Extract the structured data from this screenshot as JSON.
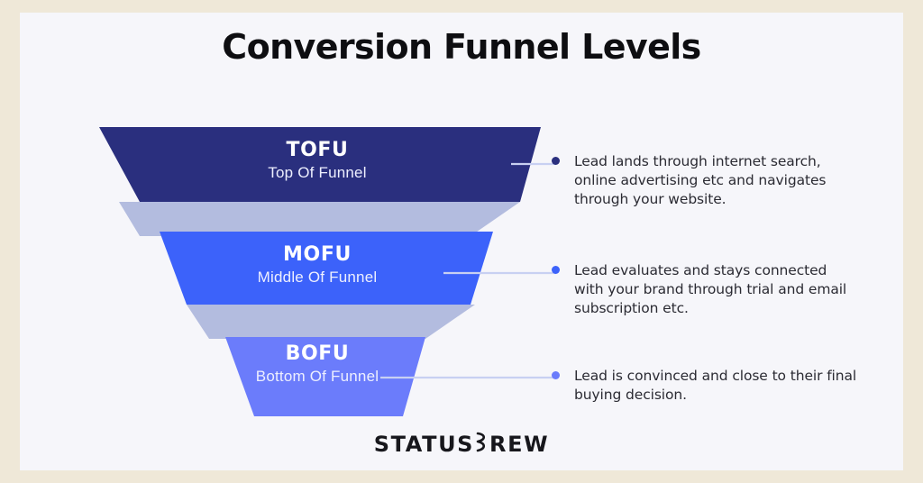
{
  "page": {
    "title": "Conversion Funnel Levels",
    "frame_color": "#EFE8D8",
    "canvas_color": "#F6F6FA"
  },
  "funnel": {
    "levels": [
      {
        "acronym": "TOFU",
        "full_name": "Top Of Funnel",
        "color": "#2A2F7E",
        "description": "Lead lands through internet search, online advertising etc and navigates through your website."
      },
      {
        "acronym": "MOFU",
        "full_name": "Middle Of Funnel",
        "color": "#3C62FA",
        "description": "Lead evaluates and stays connected with your brand through trial and email subscription etc."
      },
      {
        "acronym": "BOFU",
        "full_name": "Bottom Of Funnel",
        "color": "#6B7CFB",
        "description": "Lead is convinced and close to their final buying decision."
      }
    ],
    "connector_color": "#B3BCDF",
    "leader_line_color": "#C8D0F2"
  },
  "logo": {
    "text_before": "STATUS",
    "mark": "stylized-b-glyph",
    "text_after": "REW"
  }
}
